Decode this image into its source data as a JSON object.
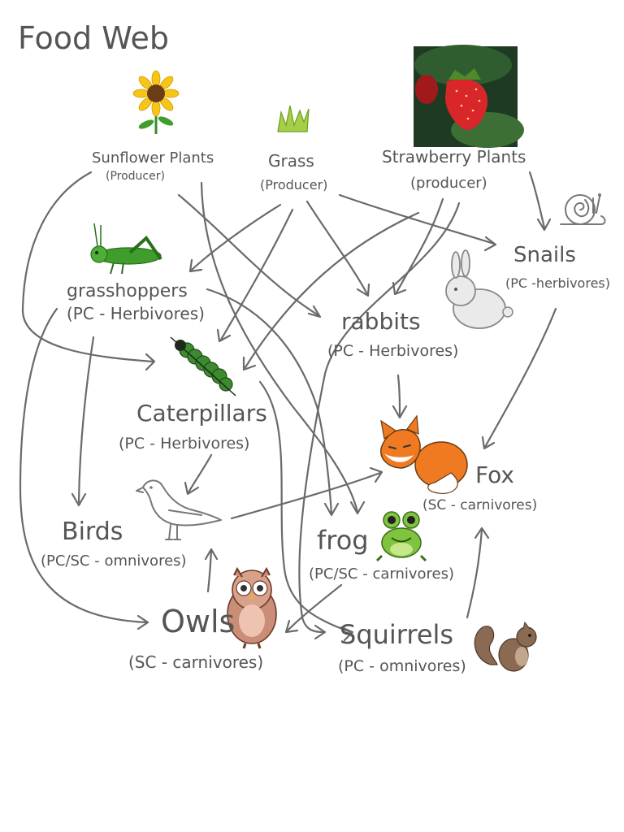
{
  "title": "Food Web",
  "nodes": {
    "sunflower": {
      "name": "Sunflower Plants",
      "role": "(Producer)"
    },
    "grass": {
      "name": "Grass",
      "role": "(Producer)"
    },
    "strawberry": {
      "name": "Strawberry Plants",
      "role": "(producer)"
    },
    "snails": {
      "name": "Snails",
      "role": "(PC -herbivores)"
    },
    "grasshoppers": {
      "name": "grasshoppers",
      "role": "(PC - Herbivores)"
    },
    "rabbits": {
      "name": "rabbits",
      "role": "(PC - Herbivores)"
    },
    "caterpillars": {
      "name": "Caterpillars",
      "role": "(PC - Herbivores)"
    },
    "fox": {
      "name": "Fox",
      "role": "(SC - carnivores)"
    },
    "birds": {
      "name": "Birds",
      "role": "(PC/SC - omnivores)"
    },
    "frog": {
      "name": "frog",
      "role": "(PC/SC - carnivores)"
    },
    "owls": {
      "name": "Owls",
      "role": "(SC - carnivores)"
    },
    "squirrels": {
      "name": "Squirrels",
      "role": "(PC - omnivores)"
    }
  },
  "icons": [
    "sunflower-icon",
    "grass-icon",
    "strawberry-photo",
    "snail-icon",
    "grasshopper-icon",
    "rabbit-icon",
    "caterpillar-icon",
    "fox-icon",
    "bird-icon",
    "frog-icon",
    "owl-icon",
    "squirrel-icon"
  ],
  "colors": {
    "ink": "#555555",
    "arrow": "#6a6a6a",
    "fox": "#f07a22",
    "grasshopper": "#3f9e2b",
    "frog": "#7ec43f",
    "owl": "#c98d78",
    "squirrel": "#8a6a52",
    "sunflower": "#f5c518",
    "strawberry": "#d8262a"
  }
}
